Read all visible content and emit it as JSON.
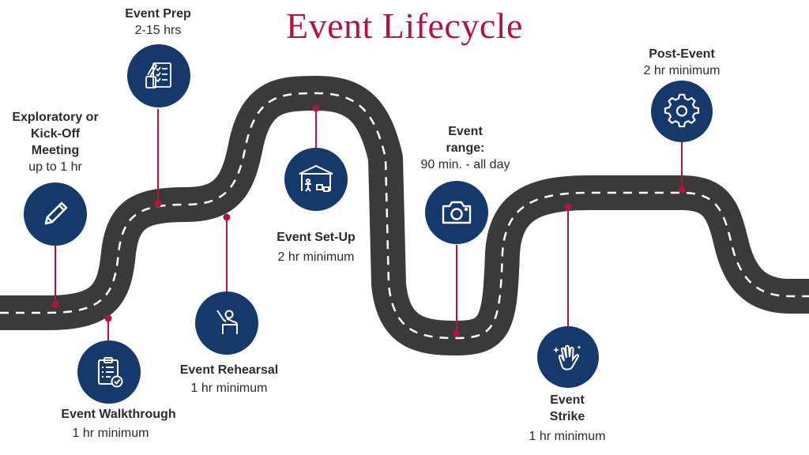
{
  "title": "Event Lifecycle",
  "colors": {
    "title": "#b5123f",
    "icon_fill": "#16396b",
    "road": "#3a3a3a",
    "connector": "#b5123f"
  },
  "stages": [
    {
      "id": "kickoff",
      "heading": "Exploratory or\nKick-Off\nMeeting",
      "detail": "up to 1 hr",
      "icon": "pencil-icon"
    },
    {
      "id": "walkthrough",
      "heading": "Event Walkthrough",
      "detail": "1 hr minimum",
      "icon": "clipboard-checklist-icon"
    },
    {
      "id": "prep",
      "heading": "Event Prep",
      "detail": "2-15 hrs",
      "icon": "checklist-document-icon"
    },
    {
      "id": "rehearsal",
      "heading": "Event Rehearsal",
      "detail": "1 hr minimum",
      "icon": "presenter-podium-icon"
    },
    {
      "id": "setup",
      "heading": "Event Set-Up",
      "detail": "2 hr minimum",
      "icon": "tent-setup-icon"
    },
    {
      "id": "range",
      "heading": "Event\nrange:",
      "detail": "90 min. - all day",
      "icon": "camera-icon"
    },
    {
      "id": "strike",
      "heading": "Event\nStrike",
      "detail": "1 hr minimum",
      "icon": "cleaning-hand-icon"
    },
    {
      "id": "post",
      "heading": "Post-Event",
      "detail": "2 hr minimum",
      "icon": "gear-icon"
    }
  ]
}
